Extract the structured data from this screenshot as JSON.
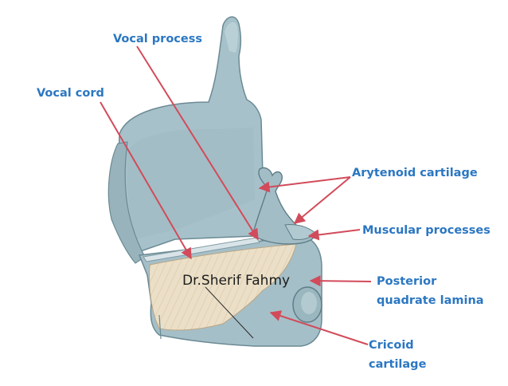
{
  "labels": {
    "vocal_process": "Vocal process",
    "vocal_cord": "Vocal cord",
    "arytenoid_cartilage": "Arytenoid cartilage",
    "muscular_processes": "Muscular processes",
    "posterior_quadrate_lamina_line1": "Posterior",
    "posterior_quadrate_lamina_line2": "quadrate lamina",
    "cricoid_cartilage_line1": "Cricoid",
    "cricoid_cartilage_line2": "cartilage"
  },
  "watermark": "Dr.Sherif Fahmy",
  "colors": {
    "label_text": "#2b77c2",
    "arrow": "#d24b5a",
    "cartilage_fill": "#a9c3cc",
    "cartilage_stroke": "#6f8e98",
    "lamina_fill": "#e9dcc3"
  }
}
